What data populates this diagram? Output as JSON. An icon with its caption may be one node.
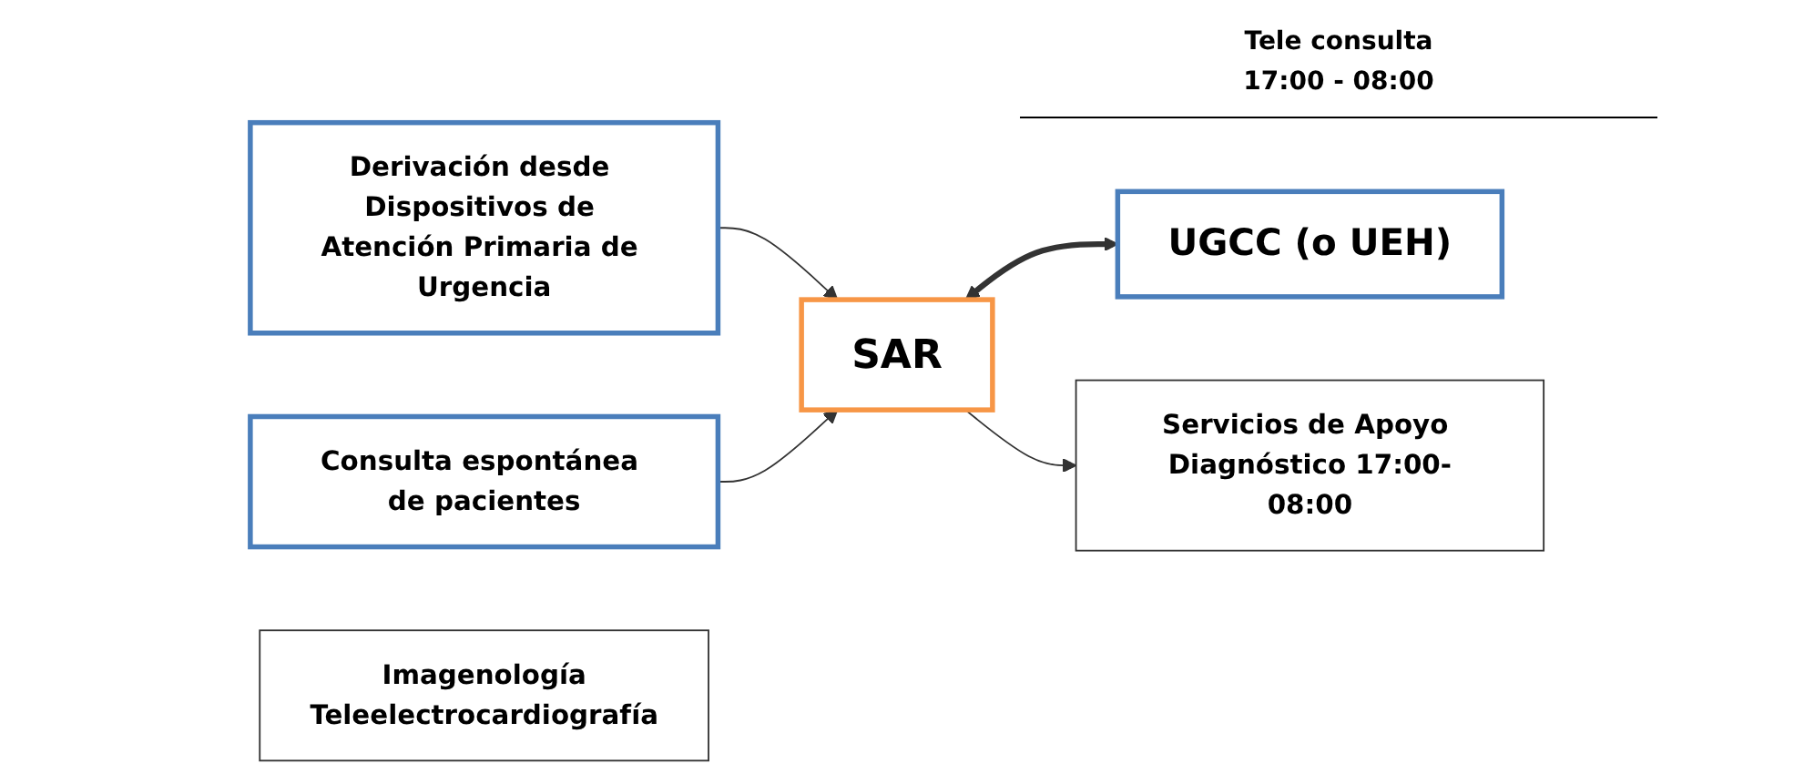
{
  "diagram": {
    "nodes": [
      {
        "text": [
          "Derivación desde Dispositivos de Atención Primaria de Urgencia"
        ]
      },
      {
        "text": [
          "Consulta espontánea de pacientes"
        ]
      },
      {
        "text": [
          "SAR"
        ]
      },
      {
        "text": [
          "UGCC (o UEH)"
        ]
      },
      {
        "text": [
          "Servicios de Apoyo Diagnóstico 17:00-08:00"
        ]
      },
      {
        "text": [
          "Imagenología",
          "Teleelectrocardiografía"
        ]
      }
    ],
    "edges": [
      {
        "from": 0,
        "to": 2,
        "arrow": "to"
      },
      {
        "from": 1,
        "to": 2,
        "arrow": "to"
      },
      {
        "from": 2,
        "to": 3,
        "arrow": "both",
        "style": "thick"
      },
      {
        "from": 2,
        "to": 4,
        "arrow": "to"
      }
    ],
    "labels": [
      "Tele consulta",
      "17:00 - 08:00"
    ]
  }
}
